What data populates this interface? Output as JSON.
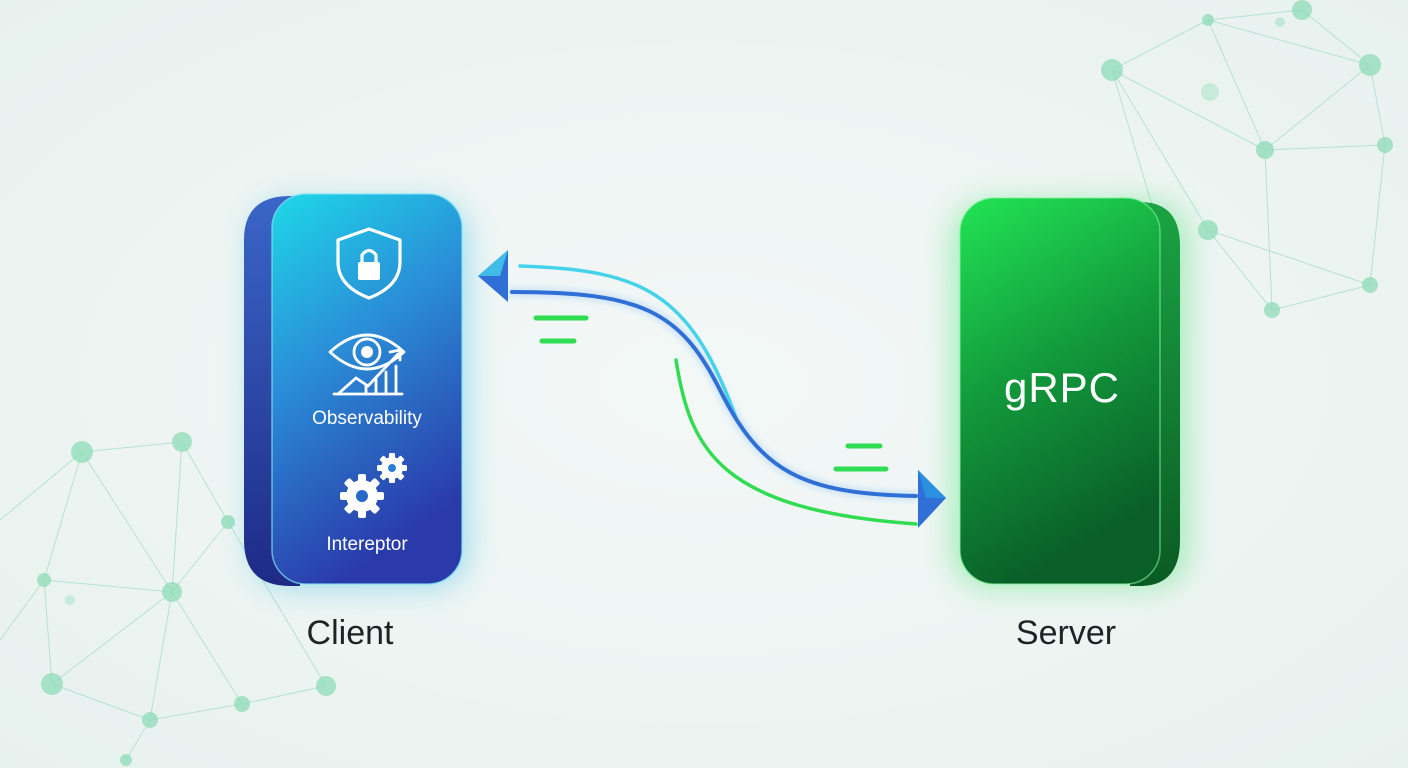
{
  "client": {
    "label": "Client",
    "observability_label": "Observability",
    "interceptor_label": "Intereptor"
  },
  "server": {
    "label": "Server",
    "protocol_label": "gRPC"
  },
  "colors": {
    "client_top": "#1ed6e6",
    "client_bottom": "#2a3fae",
    "server_top": "#23e052",
    "server_bottom": "#0c6a2c",
    "request_line": "#2f6fd6",
    "response_line_cyan": "#45d3ea",
    "response_line_green": "#2fdc52",
    "network_node": "#8fdcb8"
  },
  "icons": [
    "lock-shield-icon",
    "eye-chart-icon",
    "gears-icon"
  ]
}
